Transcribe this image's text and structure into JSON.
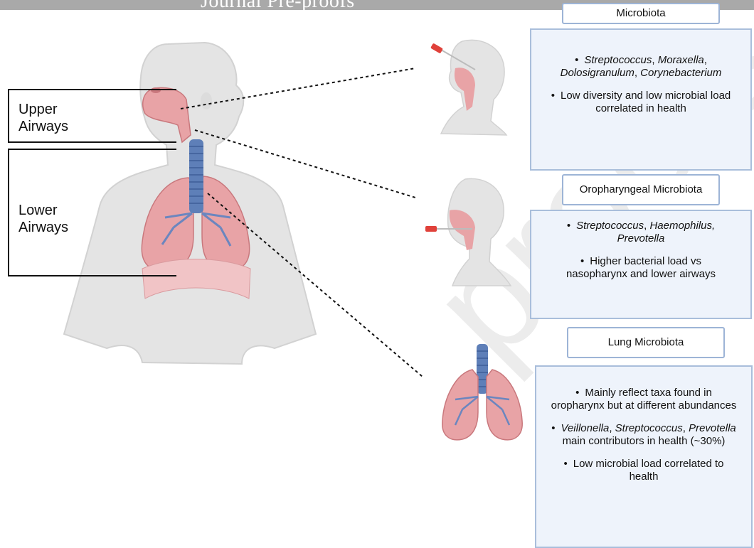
{
  "header": {
    "text": "Journal Pre-proofs"
  },
  "watermark": {
    "text": "proofs"
  },
  "airway_labels": {
    "upper": "Upper\nAirways",
    "lower": "Lower\nAirways"
  },
  "nasopharyngeal": {
    "title": "Microbiota",
    "bullet1_italic": "Streptococcus",
    "bullet1_sep1": ", ",
    "bullet1_italic2": "Moraxella",
    "bullet1_sep2": ", ",
    "bullet1_italic3": "Dolosigranulum",
    "bullet1_sep3": ", ",
    "bullet1_italic4": "Corynebacterium",
    "bullet2": "Low diversity and low microbial load correlated in health"
  },
  "oropharyngeal": {
    "title": "Oropharyngeal Microbiota",
    "bullet1_italic": "Streptococcus",
    "bullet1_sep": ", ",
    "bullet1_italic2": "Haemophilus, Prevotella",
    "bullet2": "Higher bacterial load vs nasopharynx and lower airways"
  },
  "lung": {
    "title": "Lung Microbiota",
    "bullet1": "Mainly reflect taxa found in oropharynx but at different abundances",
    "bullet2_italic": "Veillonella",
    "bullet2_sep1": ", ",
    "bullet2_italic2": "Streptococcus",
    "bullet2_sep2": ", ",
    "bullet2_italic3": "Prevotella",
    "bullet2_rest": " main contributors in health (~30%)",
    "bullet3": "Low microbial load correlated to health"
  },
  "colors": {
    "body": "#e4e4e4",
    "body_outline": "#d2d2d2",
    "tissue": "#e8a3a6",
    "tissue_dark": "#c9787d",
    "trachea": "#5e7fb8",
    "box_fill": "#eef3fb",
    "box_border": "#a9bedb",
    "swab": "#e0413a"
  }
}
